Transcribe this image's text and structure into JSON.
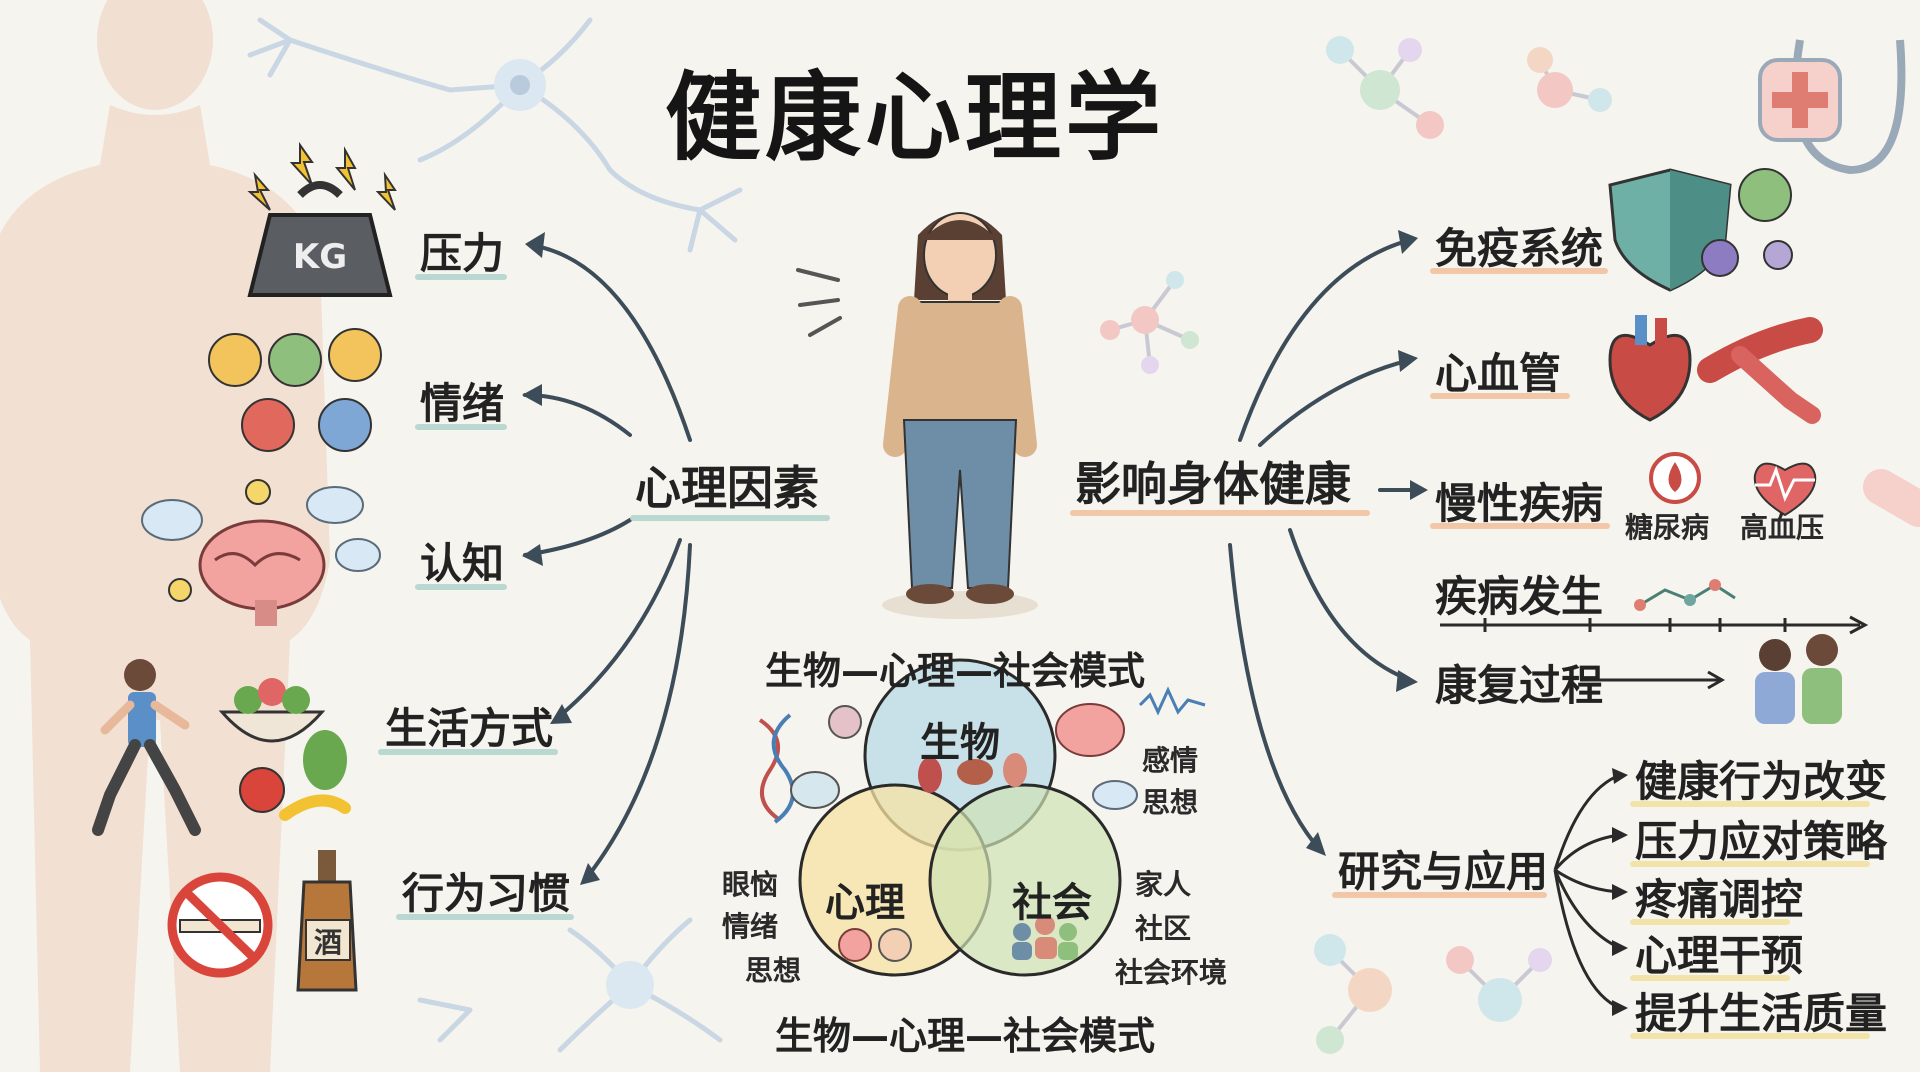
{
  "title": "健康心理学",
  "left_hub": "心理因素",
  "left_items": [
    "压力",
    "情绪",
    "认知",
    "生活方式",
    "行为习惯"
  ],
  "right_hub": "影响身体健康",
  "right_items": [
    "免疫系统",
    "心血管",
    "慢性疾病",
    "疾病发生",
    "康复过程"
  ],
  "chronic_examples": [
    "糖尿病",
    "高血压"
  ],
  "kg_label": "KG",
  "bottle_label": "酒",
  "model": {
    "title_top": "生物—心理—社会模式",
    "title_bottom": "生物—心理—社会模式",
    "circles": [
      "生物",
      "心理",
      "社会"
    ],
    "bio_side": [
      "感情",
      "思想"
    ],
    "psych_side": [
      "眼恼",
      "情绪",
      "思想"
    ],
    "social_side": [
      "家人",
      "社区",
      "社会环境"
    ]
  },
  "research": {
    "hub": "研究与应用",
    "items": [
      "健康行为改变",
      "压力应对策略",
      "疼痛调控",
      "心理干预",
      "提升生活质量"
    ]
  },
  "colors": {
    "teal_underline": "#b9d8d2",
    "orange_underline": "#f2c7a8",
    "yellow_underline": "#f2e3a8",
    "venn_blue": "#bfdde8",
    "venn_yellow": "#f7e3a3",
    "venn_green": "#cfe2b4"
  }
}
